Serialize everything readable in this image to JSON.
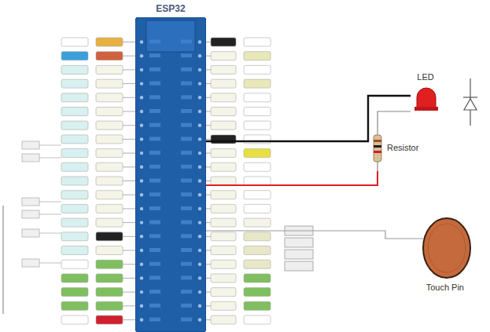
{
  "diagram": {
    "nodes": [
      {
        "text": [
          "ESP32"
        ]
      },
      {
        "text": [
          "LED"
        ]
      },
      {
        "text": [
          "Resistor"
        ]
      },
      {
        "text": [
          "Touch Pin"
        ]
      }
    ],
    "edges": [
      {
        "from": 0,
        "to": 1,
        "arrow": "none"
      },
      {
        "from": 0,
        "to": 2,
        "arrow": "none"
      },
      {
        "from": 2,
        "to": 1,
        "arrow": "none"
      },
      {
        "from": 3,
        "to": 0,
        "arrow": "none"
      }
    ]
  }
}
